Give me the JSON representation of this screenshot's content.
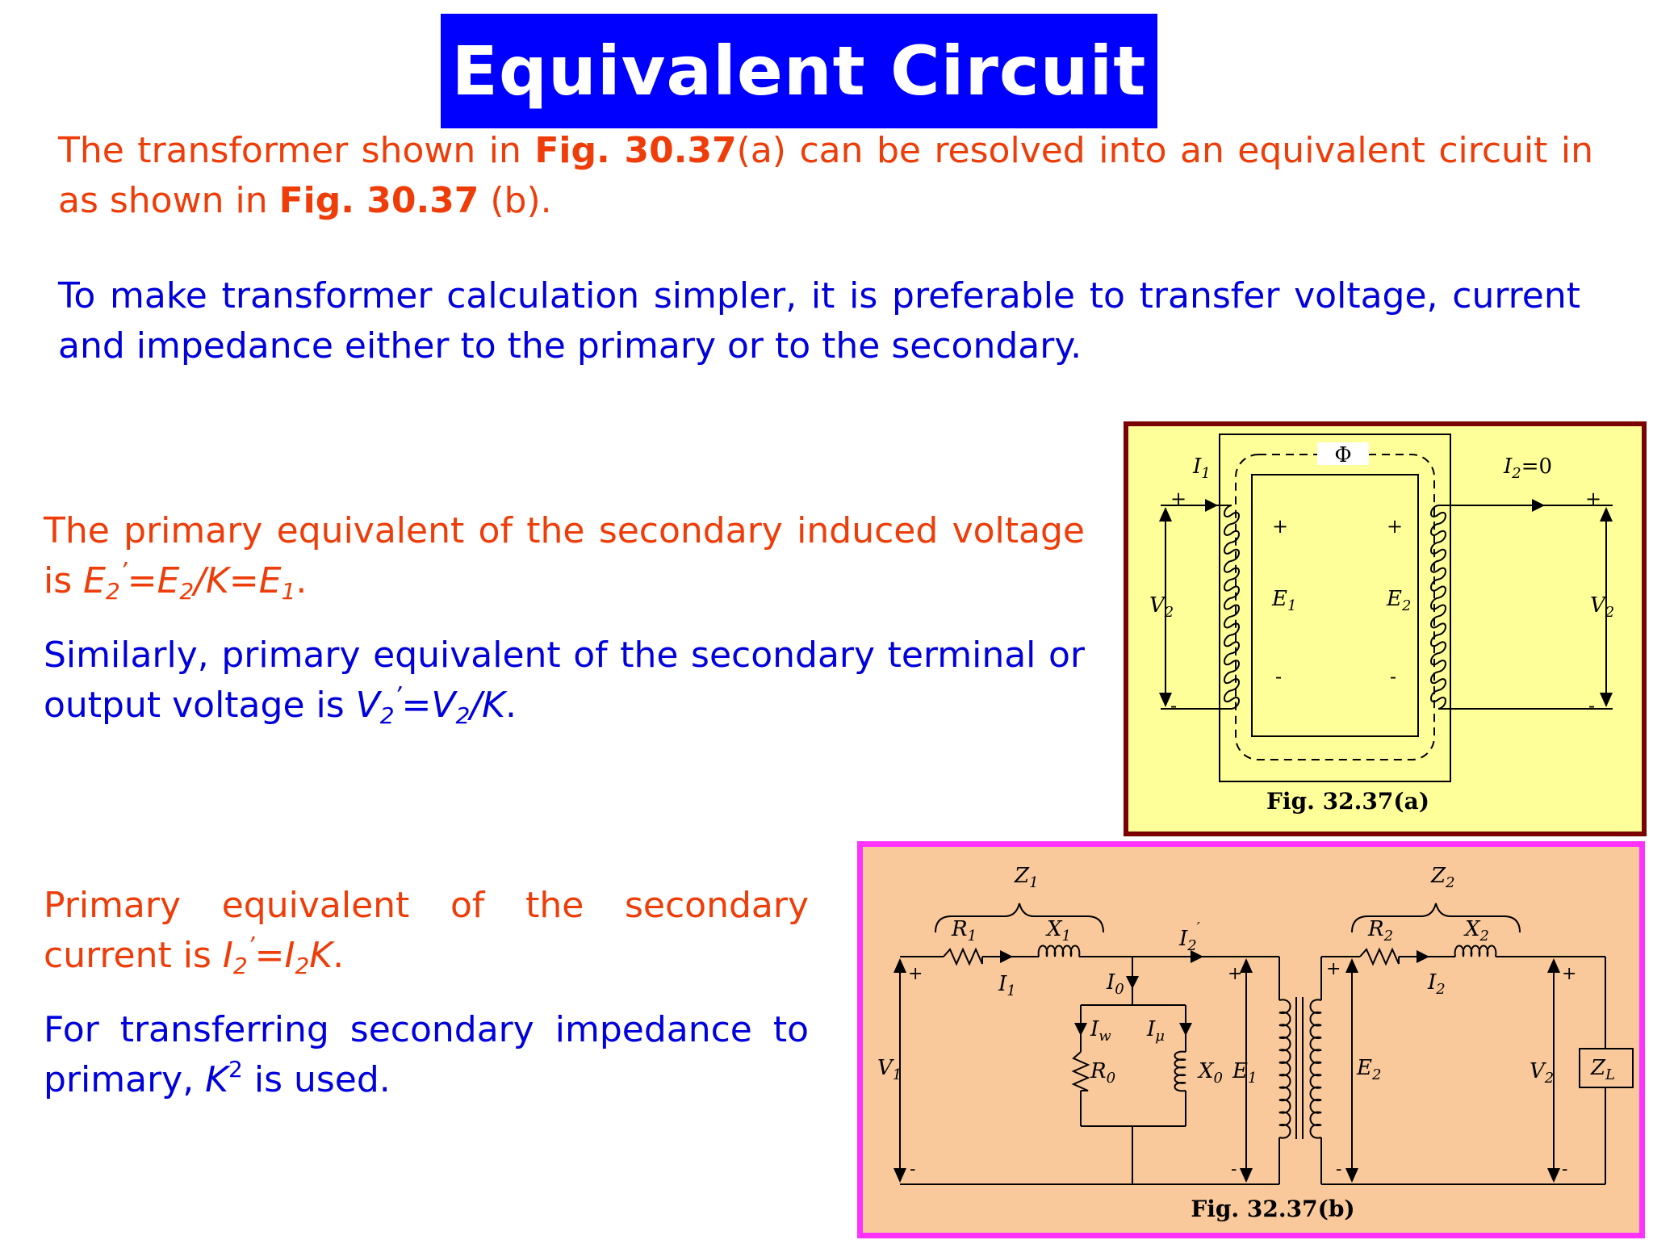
{
  "title": "Equivalent Circuit",
  "para1": {
    "t1": "The transformer shown in ",
    "fig1": "Fig. 30.37",
    "t2": "(a) can be resolved into an equivalent circuit in as shown in ",
    "fig2": "Fig. 30.37",
    "t3": " (b)."
  },
  "para2": "To make transformer calculation simpler, it is preferable to transfer voltage, current and impedance either to the primary or to the secondary.",
  "para3": {
    "text": "The primary equivalent of the secondary induced voltage is ",
    "E": "E",
    "sub2": "2",
    "prime": "’",
    "eq1": "=",
    "E2": "E",
    "sub2b": "2",
    "slashK": "/K=",
    "E1": "E",
    "sub1": "1",
    "end": "."
  },
  "para4": {
    "text": "Similarly, primary equivalent of the secondary terminal or output voltage is ",
    "V": "V",
    "sub2": "2",
    "prime": "’",
    "eq": "=",
    "V2": "V",
    "sub2b": "2",
    "slashK": "/K",
    "end": "."
  },
  "para5": {
    "text": "Primary equivalent of the secondary current is ",
    "I": "I",
    "sub2": "2",
    "prime": "’",
    "eq": "=",
    "I2": "I",
    "sub2b": "2",
    "K": "K",
    "end": "."
  },
  "para6": {
    "text": "For transferring secondary impedance to primary, ",
    "K": "K",
    "sup": "2",
    "end": " is used."
  },
  "fig_a": {
    "caption": "Fig. 32.37(a)",
    "phi": "Φ",
    "I1": "I",
    "I1sub": "1",
    "I2eq": "I",
    "I2sub": "2",
    "I2val": "=0",
    "V2left": "V",
    "V2leftsub": "2",
    "E1": "E",
    "E1sub": "1",
    "E2": "E",
    "E2sub": "2",
    "V2right": "V",
    "V2rightsub": "2",
    "plus": "+",
    "minus": "-"
  },
  "fig_b": {
    "caption": "Fig. 32.37(b)",
    "Z1": "Z",
    "Z1sub": "1",
    "Z2": "Z",
    "Z2sub": "2",
    "R1": "R",
    "R1sub": "1",
    "X1": "X",
    "X1sub": "1",
    "R2": "R",
    "R2sub": "2",
    "X2": "X",
    "X2sub": "2",
    "I1": "I",
    "I1sub": "1",
    "I2": "I",
    "I2sub": "2",
    "I2p": "I",
    "I2psub": "2",
    "I2pprime": "′",
    "I0": "I",
    "I0sub": "0",
    "Iw": "I",
    "Iwsub": "w",
    "Imu": "I",
    "Imusub": "μ",
    "R0": "R",
    "R0sub": "0",
    "X0": "X",
    "X0sub": "0",
    "E1": "E",
    "E1sub": "1",
    "E2": "E",
    "E2sub": "2",
    "V1": "V",
    "V1sub": "1",
    "V2": "V",
    "V2sub": "2",
    "ZL": "Z",
    "ZLsub": "L",
    "plus": "+",
    "minus": "-"
  },
  "colors": {
    "title_bg": "#0000ff",
    "red_text": "#ee3d09",
    "blue_text": "#0000dd",
    "fig_a_border": "#7b0000",
    "fig_a_bg": "#ffff99",
    "fig_b_border": "#ff33ff",
    "fig_b_bg": "#f9c89b"
  }
}
